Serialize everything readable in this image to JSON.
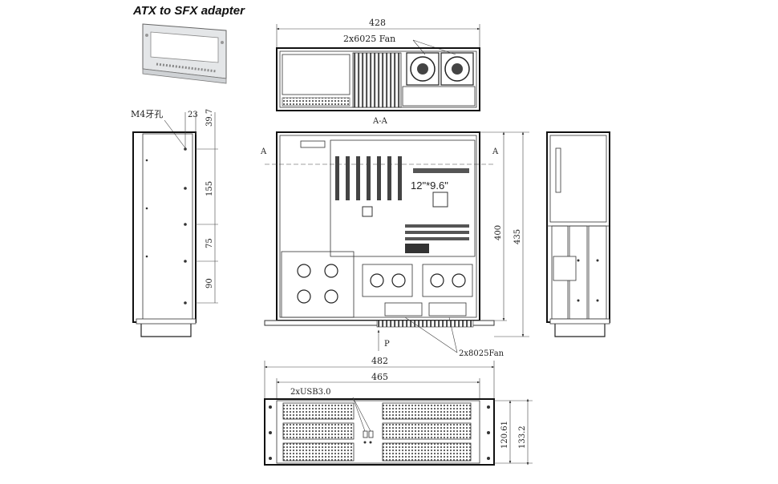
{
  "adapter": {
    "title": "ATX to SFX adapter"
  },
  "top_view": {
    "width_dim": "428",
    "fan_label": "2x6025 Fan",
    "section_label": "A-A"
  },
  "side_view": {
    "thread_label": "M4牙孔",
    "dims": [
      "23",
      "39.7",
      "155",
      "75",
      "90"
    ]
  },
  "plan_view": {
    "board_label": "12\"*9.6\"",
    "section_marks": [
      "A",
      "A"
    ],
    "depth_dims": [
      "400",
      "435"
    ],
    "arrow_label": "P",
    "fan_label": "2x8025Fan"
  },
  "front_view": {
    "overall_width": "482",
    "inner_width": "465",
    "usb_label": "2xUSB3.0",
    "height_dims": [
      "120.61",
      "133.2"
    ]
  }
}
